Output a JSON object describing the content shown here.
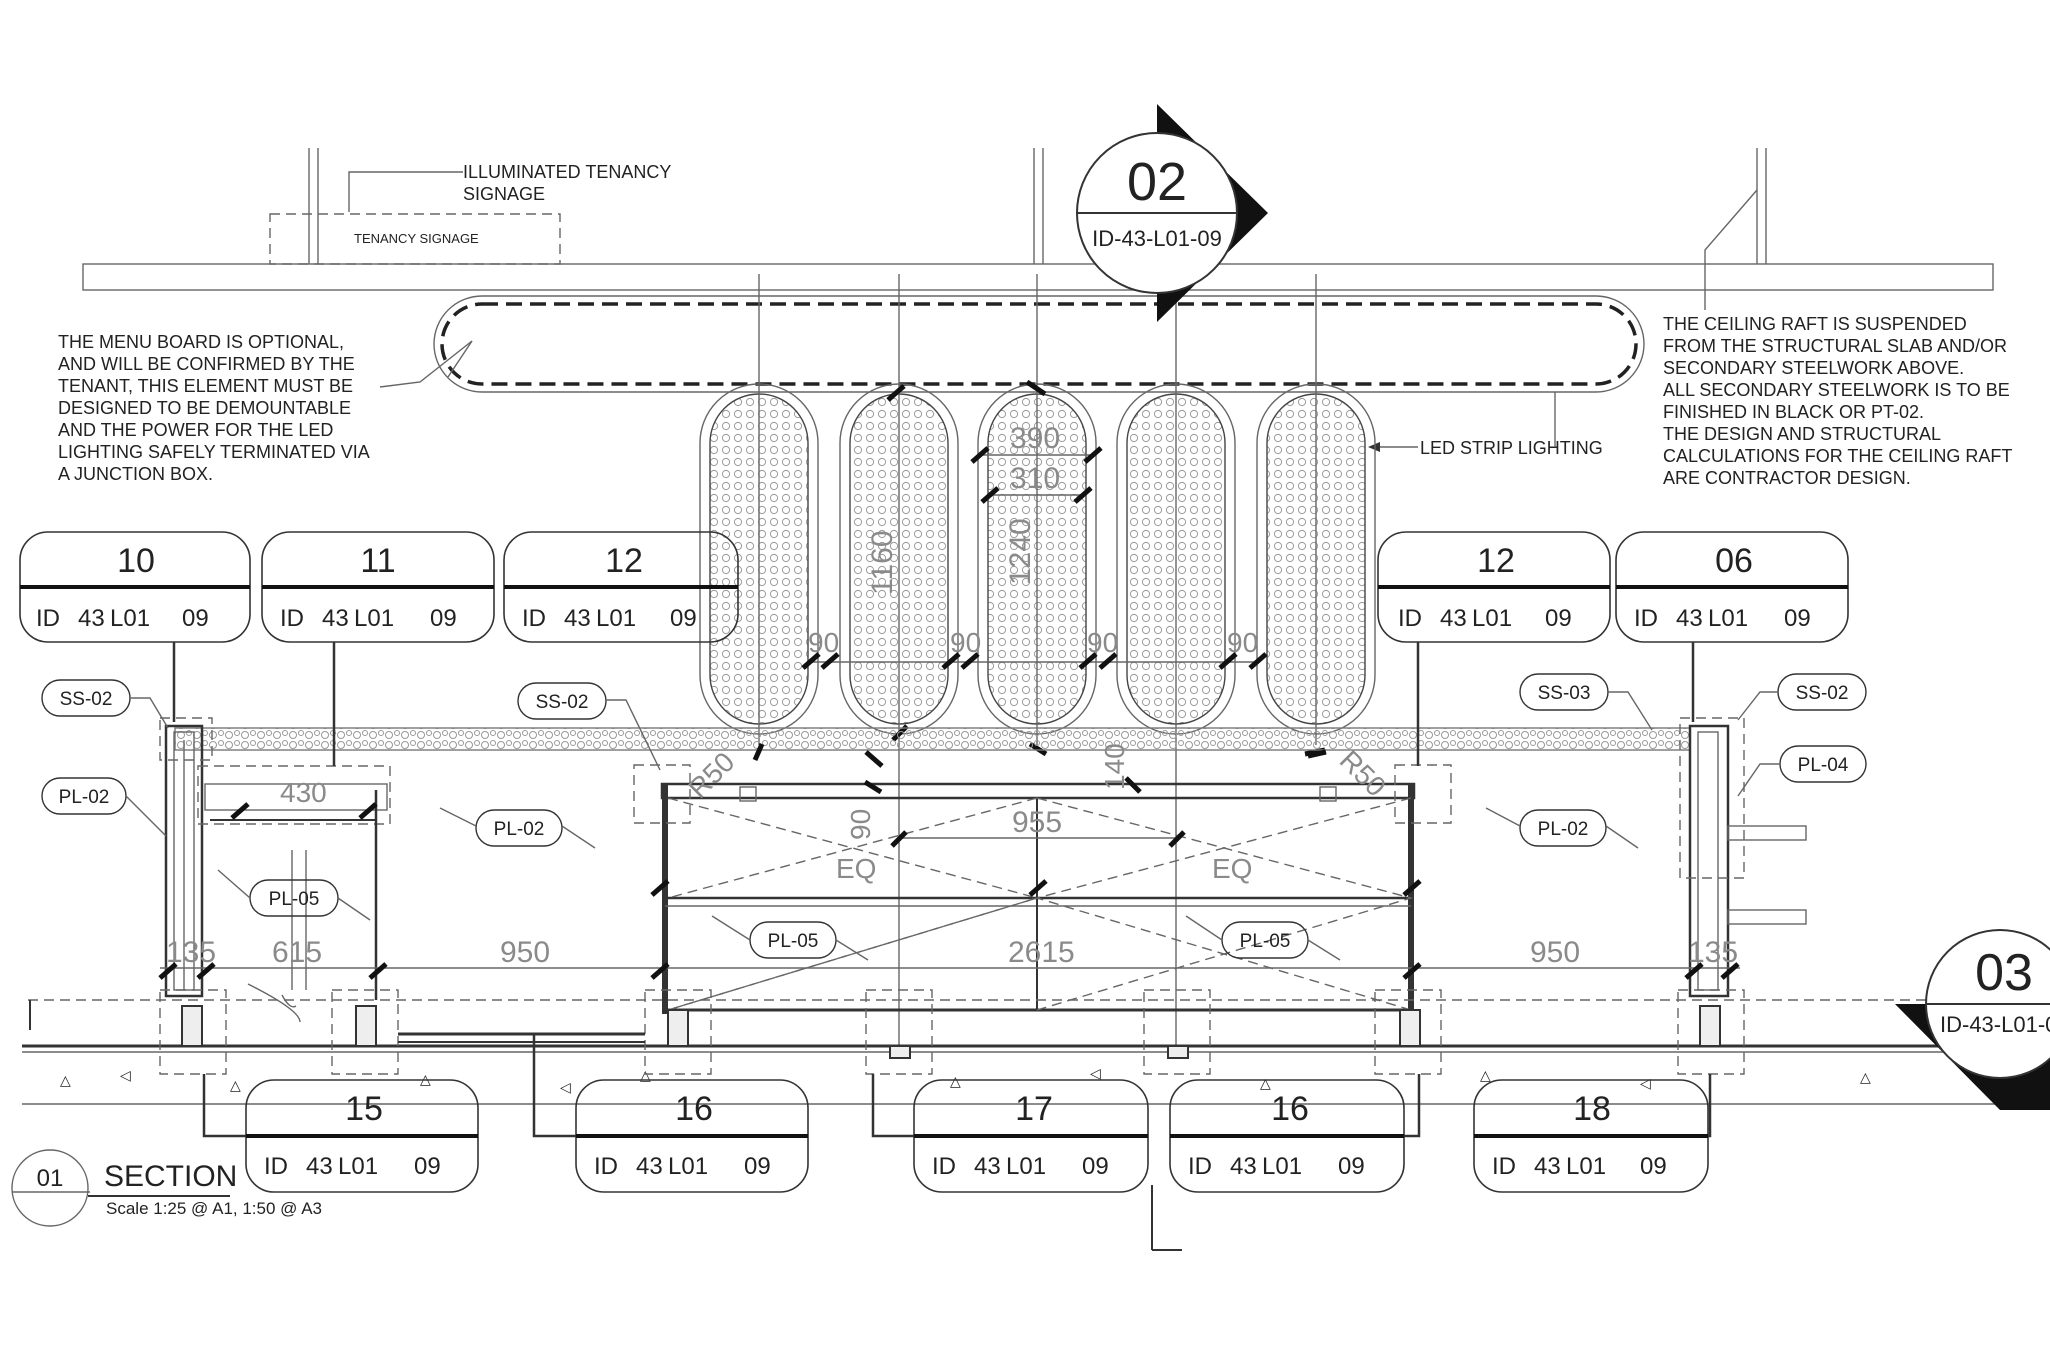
{
  "section_title": {
    "number": "01",
    "name": "SECTION",
    "scale": "Scale 1:25 @ A1, 1:50 @ A3"
  },
  "section_markers": [
    {
      "number": "02",
      "ref": "ID-43-L01-09"
    },
    {
      "number": "03",
      "ref": "ID-43-L01-0"
    }
  ],
  "notes": {
    "signage_label": "TENANCY SIGNAGE",
    "illuminated_signage": [
      "ILLUMINATED TENANCY",
      "SIGNAGE"
    ],
    "menu_board": [
      "THE MENU BOARD IS OPTIONAL,",
      "AND WILL BE CONFIRMED BY THE",
      "TENANT, THIS ELEMENT MUST BE",
      "DESIGNED TO BE DEMOUNTABLE",
      "AND THE POWER FOR THE LED",
      "LIGHTING SAFELY TERMINATED VIA",
      "A JUNCTION BOX."
    ],
    "ceiling_raft": [
      "THE CEILING RAFT IS SUSPENDED",
      "FROM THE STRUCTURAL SLAB AND/OR",
      "SECONDARY STEELWORK ABOVE.",
      "ALL SECONDARY STEELWORK IS TO BE",
      "FINISHED IN BLACK OR PT-02.",
      "THE DESIGN AND STRUCTURAL",
      "CALCULATIONS FOR THE CEILING RAFT",
      "ARE CONTRACTOR DESIGN."
    ],
    "led": "LED STRIP LIGHTING"
  },
  "detail_tags_top": [
    {
      "number": "10",
      "id": "ID",
      "sheet": "43",
      "level": "L01",
      "page": "09"
    },
    {
      "number": "11",
      "id": "ID",
      "sheet": "43",
      "level": "L01",
      "page": "09"
    },
    {
      "number": "12",
      "id": "ID",
      "sheet": "43",
      "level": "L01",
      "page": "09"
    },
    {
      "number": "12",
      "id": "ID",
      "sheet": "43",
      "level": "L01",
      "page": "09"
    },
    {
      "number": "06",
      "id": "ID",
      "sheet": "43",
      "level": "L01",
      "page": "09"
    }
  ],
  "detail_tags_bottom": [
    {
      "number": "15",
      "id": "ID",
      "sheet": "43",
      "level": "L01",
      "page": "09"
    },
    {
      "number": "16",
      "id": "ID",
      "sheet": "43",
      "level": "L01",
      "page": "09"
    },
    {
      "number": "17",
      "id": "ID",
      "sheet": "43",
      "level": "L01",
      "page": "09"
    },
    {
      "number": "16",
      "id": "ID",
      "sheet": "43",
      "level": "L01",
      "page": "09"
    },
    {
      "number": "18",
      "id": "ID",
      "sheet": "43",
      "level": "L01",
      "page": "09"
    }
  ],
  "material_tags": [
    "SS-02",
    "PL-02",
    "PL-05",
    "SS-02",
    "PL-02",
    "PL-05",
    "PL-05",
    "SS-03",
    "SS-02",
    "PL-04",
    "PL-02"
  ],
  "dimensions": {
    "d390": "390",
    "d310": "310",
    "d1160": "1160",
    "d1240": "1240",
    "d90": "90",
    "d140": "140",
    "d430": "430",
    "d955": "955",
    "eq": "EQ",
    "d135": "135",
    "d615": "615",
    "d950": "950",
    "d2615": "2615",
    "r50": "R50"
  }
}
